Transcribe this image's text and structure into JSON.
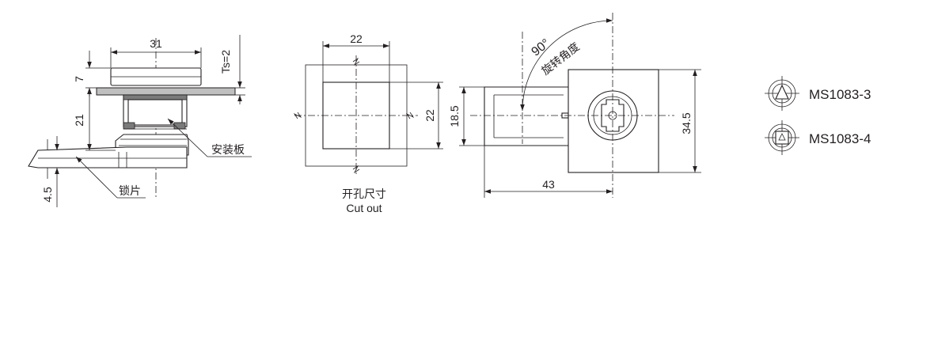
{
  "side_view": {
    "dims": {
      "top_width": "31",
      "head_height": "7",
      "body_height": "21",
      "panel_thickness": "Ts=2",
      "cam_thickness": "4.5"
    },
    "labels": {
      "panel": "安装板",
      "cam": "锁片"
    }
  },
  "cutout_view": {
    "dims": {
      "width": "22",
      "height": "22"
    },
    "caption_cn": "开孔尺寸",
    "caption_en": "Cut out"
  },
  "front_view": {
    "dims": {
      "rotation": "90°",
      "cam_width": "18.5",
      "body_height": "34.5",
      "total_length": "43"
    },
    "rotation_label": "旋转角度"
  },
  "legend": {
    "items": [
      {
        "symbol": "triangle-in-circle-icon",
        "model": "MS1083-3"
      },
      {
        "symbol": "square-in-circle-icon",
        "model": "MS1083-4"
      }
    ]
  }
}
